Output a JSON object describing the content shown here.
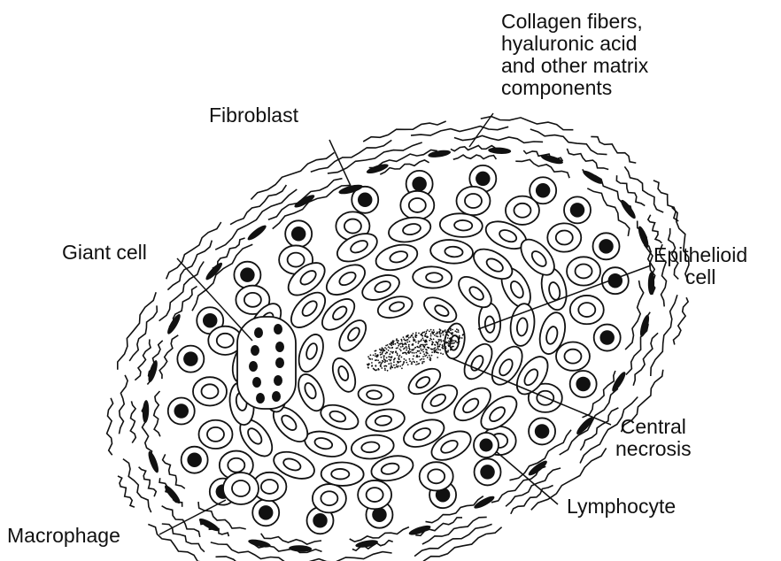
{
  "labels": {
    "collagen": "Collagen fibers,\nhyaluronic acid\nand other matrix\ncomponents",
    "fibroblast": "Fibroblast",
    "giant_cell": "Giant cell",
    "epithelioid": "Epithelioid\ncell",
    "central_necrosis": "Central\nnecrosis",
    "lymphocyte": "Lymphocyte",
    "macrophage": "Macrophage"
  },
  "colors": {
    "ink": "#111111",
    "paper": "#ffffff"
  }
}
